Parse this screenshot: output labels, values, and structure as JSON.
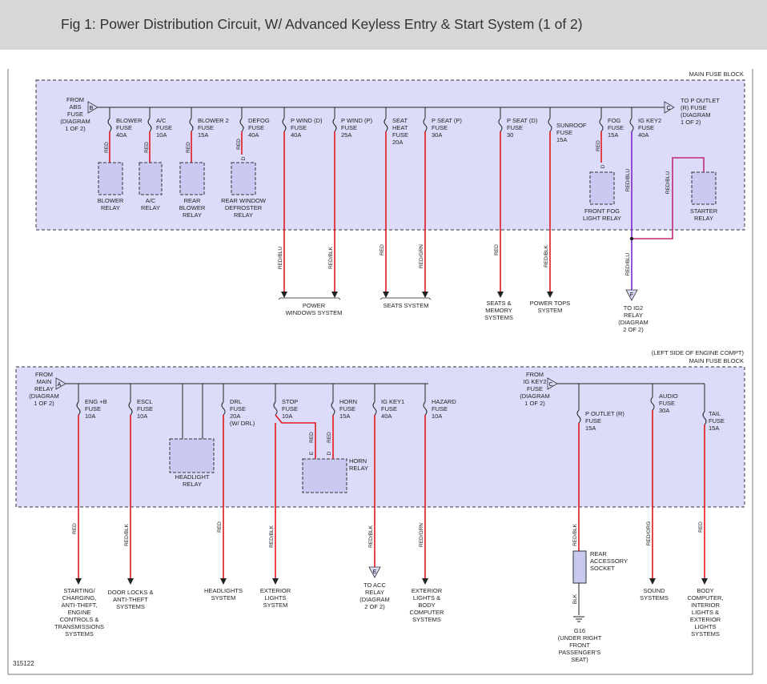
{
  "header": {
    "title": "Fig 1: Power Distribution Circuit, W/ Advanced Keyless Entry & Start System (1 of 2)"
  },
  "footer": {
    "figure_id": "315122"
  },
  "colors": {
    "block_fill": "#dcdcfa",
    "wire_red": "#e0181e",
    "wire_red_blu": "#7a2ac8",
    "wire_red_magenta": "#c0287a",
    "line": "#222222",
    "header_bg": "#d7d7d7"
  },
  "top_block": {
    "block_label": "MAIN FUSE BLOCK",
    "from_label": [
      "FROM",
      "ABS",
      "FUSE",
      "(DIAGRAM",
      "1 OF 2)"
    ],
    "from_connector": "B",
    "to_connector": "C",
    "to_label": [
      "TO P OUTLET",
      "(R) FUSE",
      "(DIAGRAM",
      "1 OF 2)"
    ],
    "fuses": [
      {
        "label": [
          "BLOWER",
          "FUSE",
          "40A"
        ]
      },
      {
        "label": [
          "A/C",
          "FUSE",
          "10A"
        ]
      },
      {
        "label": [
          "BLOWER 2",
          "FUSE",
          "15A"
        ]
      },
      {
        "label": [
          "DEFOG",
          "FUSE",
          "40A"
        ]
      },
      {
        "label": [
          "P WIND (D)",
          "FUSE",
          "40A"
        ]
      },
      {
        "label": [
          "P WIND (P)",
          "FUSE",
          "25A"
        ]
      },
      {
        "label": [
          "SEAT",
          "HEAT",
          "FUSE",
          "20A"
        ]
      },
      {
        "label": [
          "P SEAT (P)",
          "FUSE",
          "30A"
        ]
      },
      {
        "label": [
          "P SEAT (D)",
          "FUSE",
          "30"
        ]
      },
      {
        "label": [
          "SUNROOF",
          "FUSE",
          "15A"
        ]
      },
      {
        "label": [
          "FOG",
          "FUSE",
          "15A"
        ]
      },
      {
        "label": [
          "IG KEY2",
          "FUSE",
          "40A"
        ]
      }
    ],
    "relays": [
      {
        "label": [
          "BLOWER",
          "RELAY"
        ]
      },
      {
        "label": [
          "A/C",
          "RELAY"
        ]
      },
      {
        "label": [
          "REAR",
          "BLOWER",
          "RELAY"
        ]
      },
      {
        "label": [
          "REAR WINDOW",
          "DEFROSTER",
          "RELAY"
        ]
      },
      {
        "label": [
          "FRONT FOG",
          "LIGHT RELAY"
        ]
      },
      {
        "label": [
          "STARTER",
          "RELAY"
        ]
      }
    ],
    "wire_colors": {
      "red": "RED",
      "red_blu": "RED/BLU",
      "red_blk": "RED/BLK",
      "red_grn": "RED/GRN"
    },
    "pin_d": "D",
    "destinations": [
      {
        "label": [
          "POWER",
          "WINDOWS SYSTEM"
        ]
      },
      {
        "label": [
          "SEATS SYSTEM"
        ]
      },
      {
        "label": [
          "SEATS &",
          "MEMORY",
          "SYSTEMS"
        ]
      },
      {
        "label": [
          "POWER TOPS",
          "SYSTEM"
        ]
      },
      {
        "label": [
          "TO IG2",
          "RELAY",
          "(DIAGRAM",
          "2 OF 2)"
        ]
      }
    ],
    "ig2_connector": "F"
  },
  "bottom_block": {
    "block_label_1": "(LEFT SIDE OF ENGINE COMPT)",
    "block_label_2": "MAIN FUSE BLOCK",
    "from_label": [
      "FROM",
      "MAIN",
      "RELAY",
      "(DIAGRAM",
      "1 OF 2)"
    ],
    "from_connector": "A",
    "from2_label": [
      "FROM",
      "IG KEY2",
      "FUSE",
      "(DIAGRAM",
      "1 OF 2)"
    ],
    "from2_connector": "C",
    "fuses": [
      {
        "label": [
          "ENG +B",
          "FUSE",
          "10A"
        ]
      },
      {
        "label": [
          "ESCL",
          "FUSE",
          "10A"
        ]
      },
      {
        "label": [
          "DRL",
          "FUSE",
          "20A",
          "(W/ DRL)"
        ]
      },
      {
        "label": [
          "STOP",
          "FUSE",
          "10A"
        ]
      },
      {
        "label": [
          "HORN",
          "FUSE",
          "15A"
        ]
      },
      {
        "label": [
          "IG KEY1",
          "FUSE",
          "40A"
        ]
      },
      {
        "label": [
          "HAZARD",
          "FUSE",
          "10A"
        ]
      },
      {
        "label": [
          "P OUTLET (R)",
          "FUSE",
          "15A"
        ]
      },
      {
        "label": [
          "AUDIO",
          "FUSE",
          "30A"
        ]
      },
      {
        "label": [
          "TAIL",
          "FUSE",
          "15A"
        ]
      }
    ],
    "relays": [
      {
        "label": [
          "HEADLIGHT",
          "RELAY"
        ]
      },
      {
        "label": [
          "HORN",
          "RELAY"
        ]
      }
    ],
    "pin_e": "E",
    "pin_d": "D",
    "wire_colors": {
      "red": "RED",
      "red_blk": "RED/BLK",
      "red_grn": "RED/GRN",
      "red_org": "RED/ORG",
      "blk": "BLK"
    },
    "socket": {
      "label": [
        "REAR",
        "ACCESSORY",
        "SOCKET"
      ]
    },
    "ground": {
      "label": [
        "G16",
        "(UNDER RIGHT",
        "FRONT",
        "PASSENGER'S",
        "SEAT)"
      ]
    },
    "acc_connector": "E",
    "destinations": [
      {
        "label": [
          "STARTING/",
          "CHARGING,",
          "ANTI-THEFT,",
          "ENGINE",
          "CONTROLS &",
          "TRANSMISSIONS",
          "SYSTEMS"
        ]
      },
      {
        "label": [
          "DOOR LOCKS &",
          "ANTI-THEFT",
          "SYSTEMS"
        ]
      },
      {
        "label": [
          "HEADLIGHTS",
          "SYSTEM"
        ]
      },
      {
        "label": [
          "EXTERIOR",
          "LIGHTS",
          "SYSTEM"
        ]
      },
      {
        "label": [
          "TO ACC",
          "RELAY",
          "(DIAGRAM",
          "2 OF 2)"
        ]
      },
      {
        "label": [
          "EXTERIOR",
          "LIGHTS &",
          "BODY",
          "COMPUTER",
          "SYSTEMS"
        ]
      },
      {
        "label": [
          "SOUND",
          "SYSTEMS"
        ]
      },
      {
        "label": [
          "BODY",
          "COMPUTER,",
          "INTERIOR",
          "LIGHTS &",
          "EXTERIOR",
          "LIGHTS",
          "SYSTEMS"
        ]
      }
    ]
  }
}
